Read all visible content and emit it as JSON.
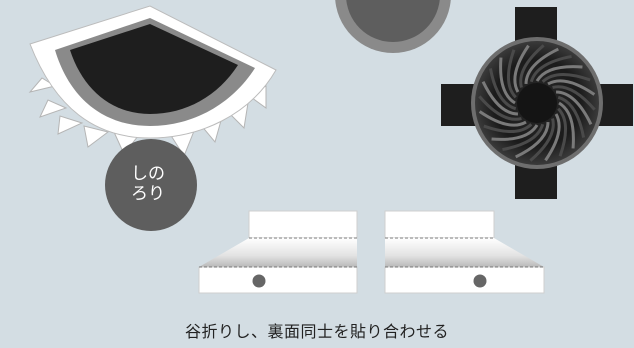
{
  "colors": {
    "background": "#d3dde3",
    "dark_gray": "#5e5e5e",
    "medium_gray": "#8a8a8a",
    "black": "#1e1e1e",
    "white": "#ffffff",
    "dot": "#666666"
  },
  "glue_tab": {
    "line1": "しの",
    "line2": "ろり"
  },
  "instruction": "谷折りし、裏面同士を貼り合わせる",
  "icons": [
    "eye-piece-shape",
    "round-part-top",
    "fan-cross-shape",
    "fold-tab-left",
    "fold-tab-right"
  ]
}
